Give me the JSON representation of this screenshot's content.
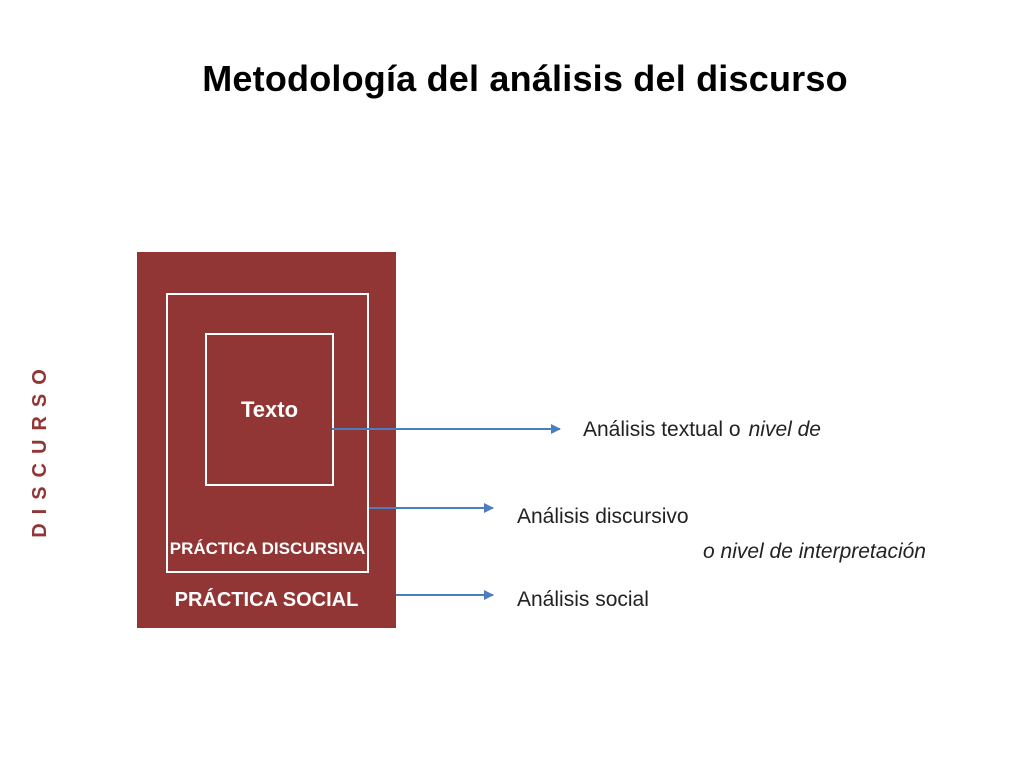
{
  "title": "Metodología del análisis del discurso",
  "colors": {
    "box": "#913634",
    "accent": "#913634",
    "arrow": "#4a7ebf"
  },
  "diagram": {
    "side_label": "DISCURSO",
    "boxes": {
      "inner": "Texto",
      "middle": "PRÁCTICA DISCURSIVA",
      "outer": "PRÁCTICA SOCIAL"
    },
    "descriptions": {
      "textual": "Análisis textual o",
      "textual_suffix": "nivel de",
      "discursivo": "Análisis discursivo",
      "interpretacion": "o nivel de interpretación",
      "social": "Análisis social"
    }
  }
}
